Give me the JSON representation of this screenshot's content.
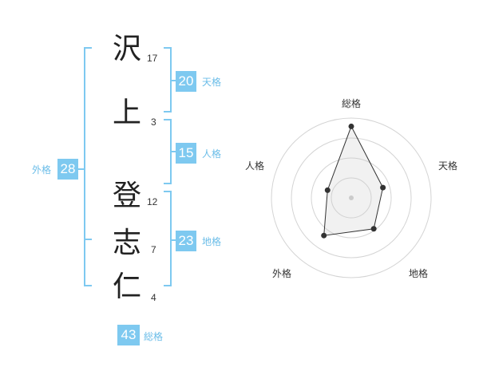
{
  "name_chars": [
    {
      "char": "沢",
      "strokes": "17"
    },
    {
      "char": "上",
      "strokes": "3"
    },
    {
      "char": "登",
      "strokes": "12"
    },
    {
      "char": "志",
      "strokes": "7"
    },
    {
      "char": "仁",
      "strokes": "4"
    }
  ],
  "kaku": {
    "tenkaku": {
      "value": "20",
      "label": "天格"
    },
    "jinkaku": {
      "value": "15",
      "label": "人格"
    },
    "chikaku": {
      "value": "23",
      "label": "地格"
    },
    "gaikaku": {
      "value": "28",
      "label": "外格"
    },
    "soukaku": {
      "value": "43",
      "label": "総格"
    }
  },
  "colors": {
    "accent": "#7ec9f0",
    "bracket": "#7ec9f0",
    "text": "#222222"
  },
  "chart_data": {
    "type": "radar",
    "axes": [
      "総格",
      "天格",
      "地格",
      "外格",
      "人格"
    ],
    "values": [
      43,
      20,
      23,
      28,
      15
    ],
    "rings": 4
  }
}
